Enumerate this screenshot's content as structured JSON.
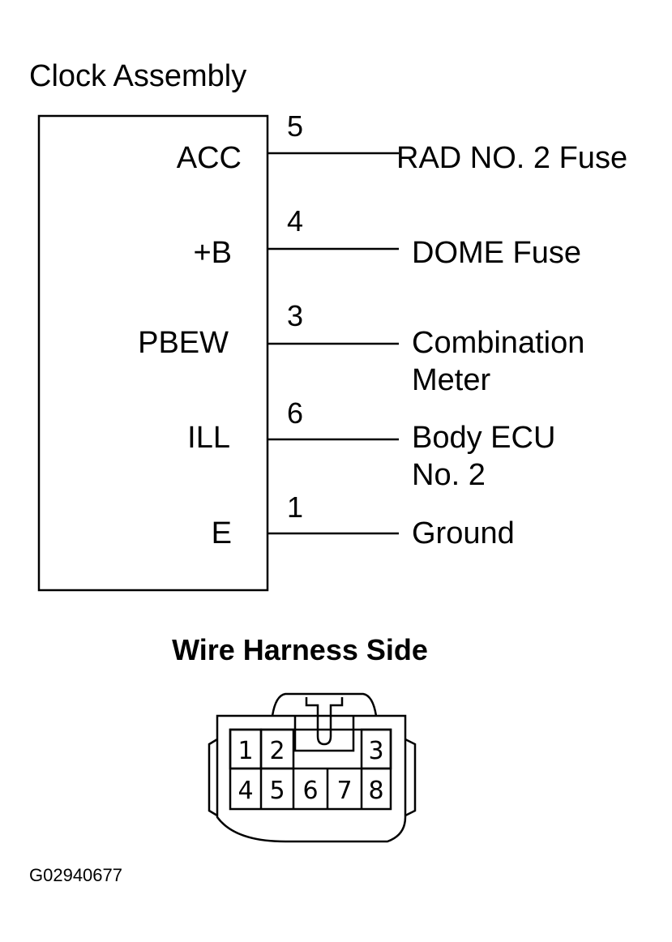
{
  "title": "Clock Assembly",
  "terminals": [
    {
      "pin": "5",
      "name": "ACC",
      "dest": [
        "RAD NO. 2 Fuse"
      ]
    },
    {
      "pin": "4",
      "name": "+B",
      "dest": [
        "DOME Fuse"
      ]
    },
    {
      "pin": "3",
      "name": "PBEW",
      "dest": [
        "Combination",
        "Meter"
      ]
    },
    {
      "pin": "6",
      "name": "ILL",
      "dest": [
        "Body ECU",
        "No. 2"
      ]
    },
    {
      "pin": "1",
      "name": "E",
      "dest": [
        "Ground"
      ]
    }
  ],
  "connector": {
    "caption": "Wire Harness Side",
    "top_row": [
      "1",
      "2",
      "3"
    ],
    "bottom_row": [
      "4",
      "5",
      "6",
      "7",
      "8"
    ]
  },
  "figure_code": "G02940677"
}
